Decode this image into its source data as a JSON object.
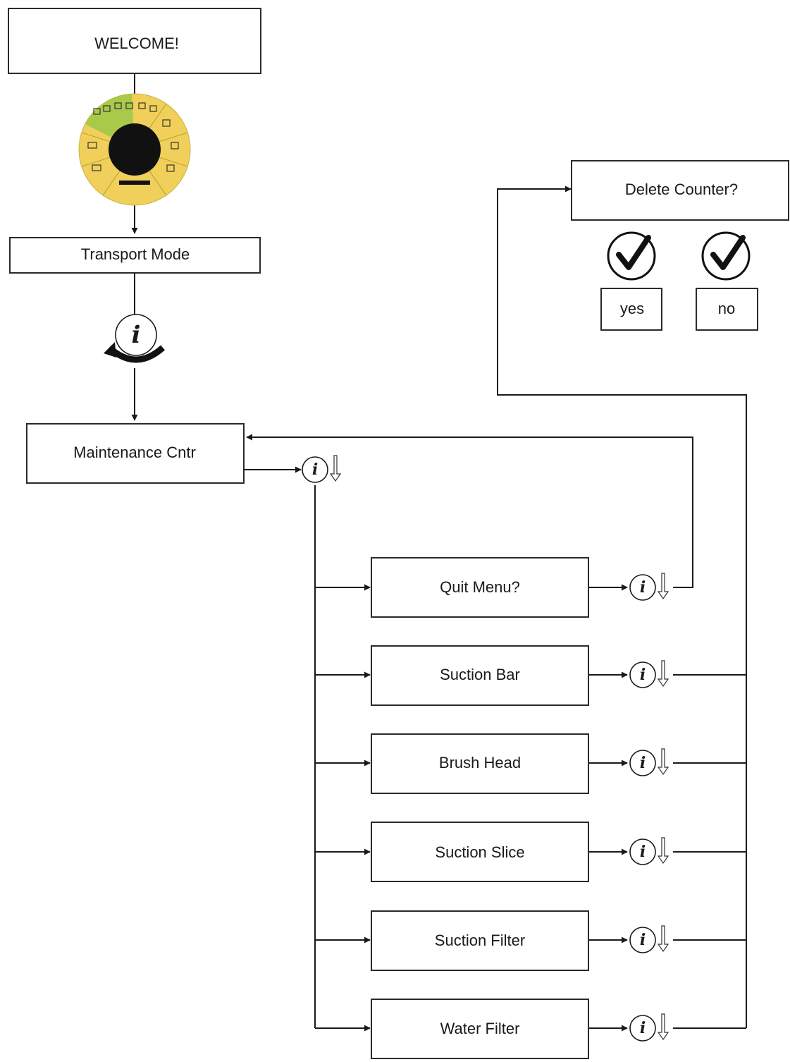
{
  "nodes": {
    "welcome": "WELCOME!",
    "transport_mode": "Transport Mode",
    "maintenance_cntr": "Maintenance Cntr",
    "delete_counter": "Delete Counter?",
    "yes": "yes",
    "no": "no",
    "menu_items": [
      "Quit Menu?",
      "Suction Bar",
      "Brush Head",
      "Suction Slice",
      "Suction Filter",
      "Water Filter"
    ]
  },
  "icons": {
    "selector_dial": "program-selector-dial-icon",
    "knob_press_turn": "info-knob-press-turn-icon",
    "knob_press": "info-knob-press-icon",
    "confirm": "checkmark-icon"
  },
  "colors": {
    "dial_yellow": "#f0d05a",
    "dial_green": "#a9c94a",
    "dial_black": "#111111",
    "line": "#1a1a1a"
  }
}
